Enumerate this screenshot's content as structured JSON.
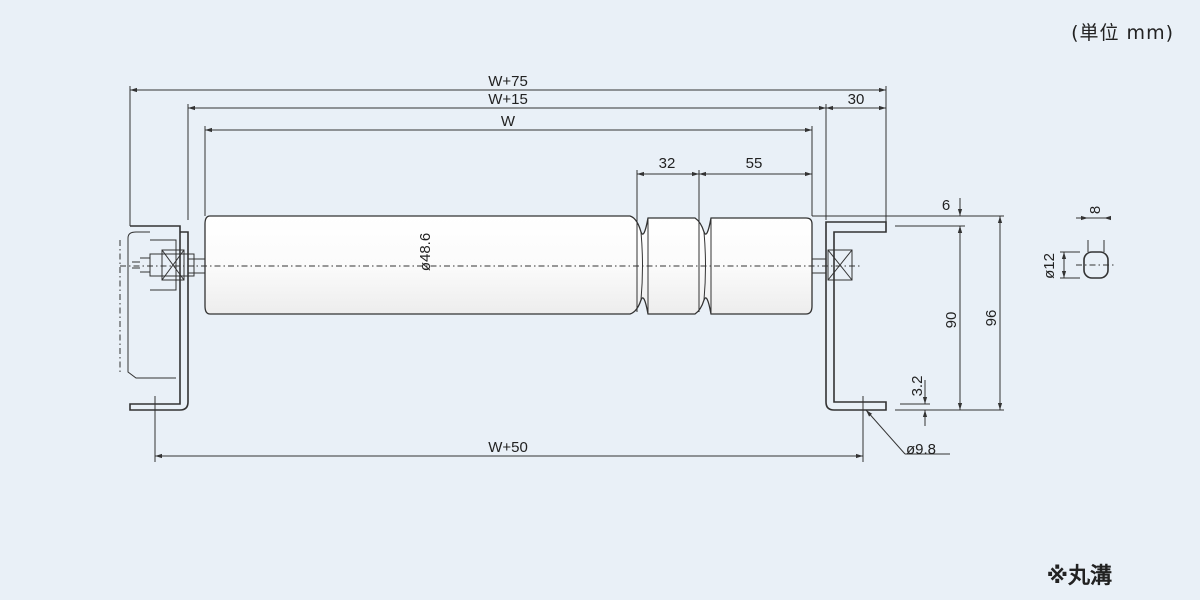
{
  "unit_label": "(単位 mm)",
  "note": "※丸溝",
  "dimensions": {
    "w75": "W+75",
    "w15": "W+15",
    "w": "W",
    "w50": "W+50",
    "d30": "30",
    "d32": "32",
    "d55": "55",
    "d6": "6",
    "d8": "8",
    "dia12": "ø12",
    "h90": "90",
    "h96": "96",
    "t32": "3.2",
    "dia98": "ø9.8",
    "dia486": "ø48.6"
  }
}
